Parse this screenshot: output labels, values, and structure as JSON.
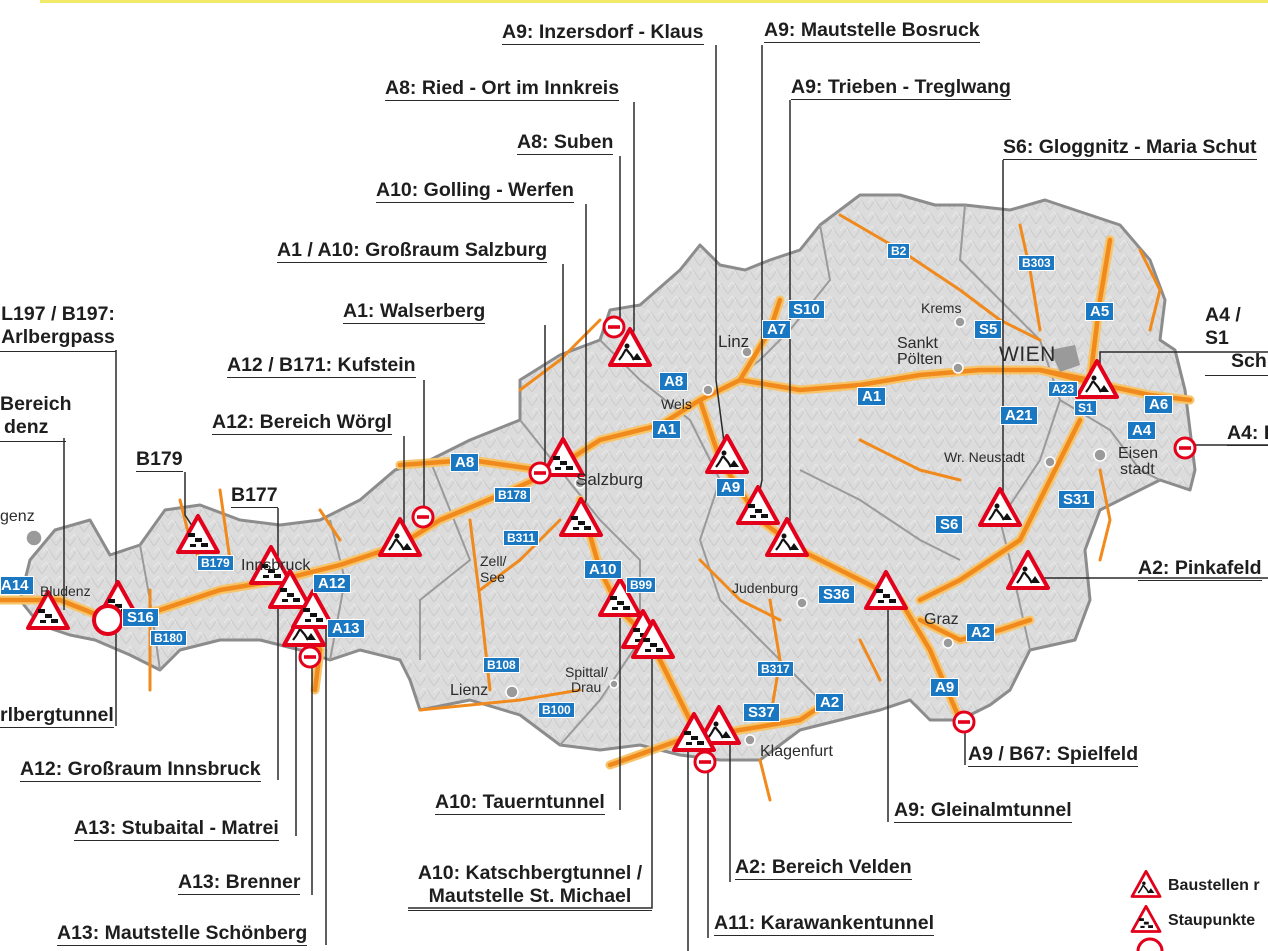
{
  "colors": {
    "land": "#d9d9d9",
    "border": "#8c8c8c",
    "highway": "#f18a1c",
    "highway_casing": "#f7c46a",
    "road_shield": "#1a78c2",
    "warning_red": "#e3001b",
    "leader_line": "#2a2a2a",
    "top_rule": "#f3ea6a"
  },
  "incidents": [
    {
      "id": "a9-inzersdorf-klaus",
      "label": "A9: Inzersdorf - Klaus"
    },
    {
      "id": "a9-mautstelle-bosruck",
      "label": "A9: Mautstelle Bosruck"
    },
    {
      "id": "a8-ried-ort",
      "label": "A8: Ried - Ort im Innkreis"
    },
    {
      "id": "a9-trieben-treglwang",
      "label": "A9: Trieben - Treglwang"
    },
    {
      "id": "a8-suben",
      "label": "A8: Suben"
    },
    {
      "id": "s6-gloggnitz",
      "label": "S6: Gloggnitz - Maria Schut"
    },
    {
      "id": "a10-golling-werfen",
      "label": "A10: Golling - Werfen"
    },
    {
      "id": "a1-a10-salzburg",
      "label": "A1 / A10: Großraum Salzburg"
    },
    {
      "id": "a1-walserberg",
      "label": "A1: Walserberg"
    },
    {
      "id": "l197-arlbergpass",
      "lines": [
        "L197 / B197:",
        "Arlbergpass"
      ]
    },
    {
      "id": "a4-s1",
      "lines": [
        "A4 / S1",
        "Sch"
      ]
    },
    {
      "id": "a12-b171-kufstein",
      "label": "A12 / B171: Kufstein"
    },
    {
      "id": "bereich-bludenz",
      "lines": [
        "Bereich",
        "denz"
      ]
    },
    {
      "id": "a12-woergl",
      "label": "A12: Bereich Wörgl"
    },
    {
      "id": "a4-partial",
      "label": "A4: I"
    },
    {
      "id": "b179",
      "label": "B179"
    },
    {
      "id": "b177",
      "label": "B177"
    },
    {
      "id": "a2-pinkafeld",
      "label": "A2: Pinkafeld"
    },
    {
      "id": "arlbergtunnel",
      "label": "rlbergtunnel"
    },
    {
      "id": "a9-b67-spielfeld",
      "label": "A9 / B67: Spielfeld"
    },
    {
      "id": "a12-innsbruck",
      "label": "A12: Großraum Innsbruck"
    },
    {
      "id": "a10-tauerntunnel",
      "label": "A10: Tauerntunnel"
    },
    {
      "id": "a9-gleinalmtunnel",
      "label": "A9: Gleinalmtunnel"
    },
    {
      "id": "a13-stubaital",
      "label": "A13: Stubaital - Matrei"
    },
    {
      "id": "a10-katschberg",
      "lines": [
        "A10: Katschbergtunnel /",
        "Mautstelle St. Michael"
      ]
    },
    {
      "id": "a2-velden",
      "label": "A2: Bereich Velden"
    },
    {
      "id": "a13-brenner",
      "label": "A13: Brenner"
    },
    {
      "id": "a13-schoenberg",
      "label": "A13: Mautstelle Schönberg"
    },
    {
      "id": "a11-karawanken",
      "label": "A11: Karawankentunnel"
    }
  ],
  "cities": [
    {
      "id": "linz",
      "name": "Linz"
    },
    {
      "id": "krems",
      "name": "Krems"
    },
    {
      "id": "sankt",
      "name": "Sankt"
    },
    {
      "id": "poelten",
      "name": "Pölten"
    },
    {
      "id": "wien",
      "name": "WIEN"
    },
    {
      "id": "wels",
      "name": "Wels"
    },
    {
      "id": "salzburg",
      "name": "Salzburg"
    },
    {
      "id": "wr-neustadt",
      "name": "Wr. Neustadt"
    },
    {
      "id": "eisen",
      "name": "Eisen"
    },
    {
      "id": "stadt",
      "name": "stadt"
    },
    {
      "id": "bregenz",
      "name": "genz"
    },
    {
      "id": "bludenz",
      "name": "Bludenz"
    },
    {
      "id": "innsbruck",
      "name": "Innsbruck"
    },
    {
      "id": "zell",
      "name": "Zell/"
    },
    {
      "id": "see",
      "name": "See"
    },
    {
      "id": "judenburg",
      "name": "Judenburg"
    },
    {
      "id": "graz",
      "name": "Graz"
    },
    {
      "id": "spittal",
      "name": "Spittal/"
    },
    {
      "id": "drau",
      "name": "Drau"
    },
    {
      "id": "lienz",
      "name": "Lienz"
    },
    {
      "id": "klagenfurt",
      "name": "Klagenfurt"
    }
  ],
  "roads": [
    "B2",
    "B303",
    "S10",
    "A5",
    "A7",
    "S5",
    "A8",
    "A1",
    "A1",
    "A23",
    "S1",
    "A21",
    "A6",
    "A4",
    "A8",
    "B178",
    "A9",
    "S31",
    "B311",
    "S6",
    "B179",
    "A12",
    "A10",
    "B99",
    "S36",
    "A14",
    "A13",
    "S16",
    "B180",
    "A2",
    "B317",
    "A9",
    "A2",
    "S37",
    "B108",
    "B100"
  ],
  "legend": [
    {
      "icon": "construction-icon",
      "label": "Baustellen r"
    },
    {
      "icon": "traffic-jam-icon",
      "label": "Staupunkte"
    }
  ]
}
